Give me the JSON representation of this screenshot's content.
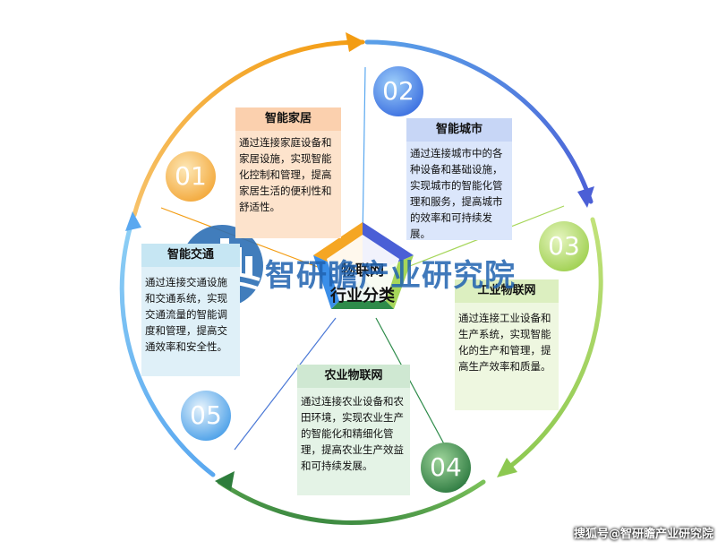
{
  "center": {
    "line1": "物联网",
    "line2": "行业分类"
  },
  "watermark": {
    "text": "智研瞻产业研究院"
  },
  "footer": {
    "text": "搜狐号@智研瞻产业研究院"
  },
  "colors": {
    "orange": "#f5a623",
    "blue": "#4a78d6",
    "lightgreen": "#a6d65a",
    "darkgreen": "#2e8b4a",
    "skyblue": "#3a8ee8"
  },
  "segments": [
    {
      "number": "01",
      "title": "智能家居",
      "text": "通过连接家庭设备和家居设施，实现智能化控制和管理，提高家居生活的便利性和舒适性。"
    },
    {
      "number": "02",
      "title": "智能城市",
      "text": "通过连接城市中的各种设备和基础设施，实现城市的智能化管理和服务，提高城市的效率和可持续发展。"
    },
    {
      "number": "03",
      "title": "工业物联网",
      "text": "通过连接工业设备和生产系统，实现智能化的生产和管理，提高生产效率和质量。"
    },
    {
      "number": "04",
      "title": "农业物联网",
      "text": "通过连接农业设备和农田环境，实现农业生产的智能化和精细化管理，提高农业生产效益和可持续发展。"
    },
    {
      "number": "05",
      "title": "智能交通",
      "text": "通过连接交通设施和交通系统，实现交通流量的智能调度和管理，提高交通效率和安全性。"
    }
  ]
}
